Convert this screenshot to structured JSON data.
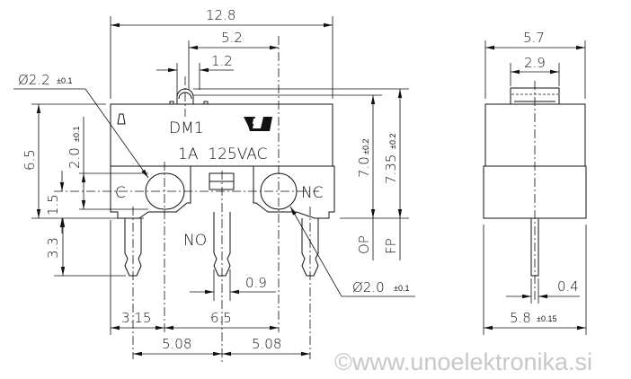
{
  "front_view": {
    "part_label": "DM1",
    "rating": "1A  125VAC",
    "terminal_c": "C",
    "terminal_nc": "NC",
    "terminal_no": "NO",
    "dims": {
      "overall_width": "12.8",
      "actuator_offset": "5.2",
      "actuator_width": "1.2",
      "hole_c_dia": "Ø2.2",
      "hole_c_dia_tol": "±0.1",
      "body_height": "6.5",
      "hole_height": "2.0",
      "hole_height_tol": "±0.1",
      "hole_center_height": "1.5",
      "pin_length": "3.3",
      "op_height": "7.0",
      "op_height_tol": "±0.2",
      "fp_height": "7.35",
      "fp_height_tol": "±0.2",
      "op_label": "OP",
      "fp_label": "FP",
      "hole_nc_dia": "Ø2.0",
      "hole_nc_dia_tol": "±0.1",
      "pin_width": "0.9",
      "edge_to_hole": "3.15",
      "hole_spacing": "6.5",
      "pin_pitch_left": "5.08",
      "pin_pitch_right": "5.08"
    }
  },
  "side_view": {
    "dims": {
      "top_width": "5.7",
      "cap_width": "2.9",
      "pin_thickness": "0.4",
      "bottom_width": "5.8",
      "bottom_width_tol": "±0.15"
    }
  },
  "watermark": "©www.unoelektronika.si"
}
